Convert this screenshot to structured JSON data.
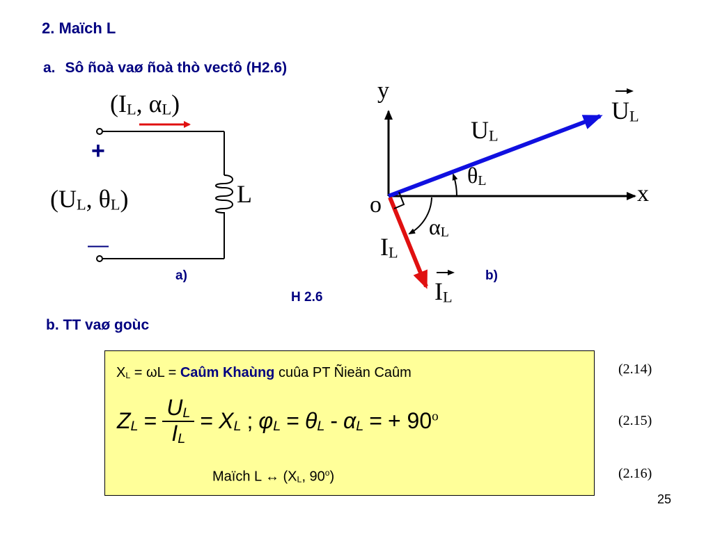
{
  "heading": {
    "title": "2. Maïch L"
  },
  "section_a": {
    "number": "a.",
    "text": "Sô ñoà vaø ñoà thò vectô (H2.6)"
  },
  "circuit": {
    "current_label": "(I",
    "current_sub": "L",
    "current_mid": ", α",
    "current_sub2": "L",
    "current_end": ")",
    "plus": "+",
    "minus": "—",
    "voltage_label": "(U",
    "voltage_sub": "L",
    "voltage_mid": ", θ",
    "voltage_sub2": "L",
    "voltage_end": ")",
    "inductor_label": "L",
    "caption": "a)"
  },
  "phasor": {
    "y_label": "y",
    "x_label": "x",
    "origin_label": "o",
    "u_vec_label": "U",
    "u_vec_sub": "L",
    "u_label": "U",
    "u_sub": "L",
    "theta_label": "θ",
    "theta_sub": "L",
    "alpha_label": "α",
    "alpha_sub": "L",
    "i_label": "I",
    "i_sub": "L",
    "i_vec_label": "I",
    "i_vec_sub": "L",
    "caption": "b)",
    "colors": {
      "voltage": "#1010e0",
      "current": "#e01010"
    }
  },
  "figure_caption": "H 2.6",
  "section_b": {
    "text": "b. TT vaø goùc"
  },
  "formulas": {
    "line1_pre": "X",
    "line1_sub": "L",
    "line1_mid": " = ωL = ",
    "line1_bold": "Caûm Khaùng",
    "line1_post": " cuûa PT Ñieän Caûm",
    "eq1_num": "(2.14)",
    "eq2_num": "(2.15)",
    "eq3_num": "(2.16)",
    "line3_pre": "Maïch L ",
    "line3_arrow": "↔",
    "line3_mid": " (X",
    "line3_sub": "L",
    "line3_post": ", 90",
    "line3_sup": "o",
    "line3_end": ")",
    "main_eq": {
      "z": "Z",
      "z_sub": "L",
      "eq": "=",
      "num": "U",
      "num_sub": "L",
      "den": "I",
      "den_sub": "L",
      "eq2": "=",
      "x": "X",
      "x_sub": "L",
      "semi": ";",
      "phi": "φ",
      "phi_sub": "L",
      "eq3": "=",
      "theta": "θ",
      "theta_sub": "L",
      "minus": "-",
      "alpha": "α",
      "alpha_sub": "L",
      "eq4": "=",
      "val": "+ 90",
      "val_sup": "o"
    }
  },
  "page_number": "25"
}
